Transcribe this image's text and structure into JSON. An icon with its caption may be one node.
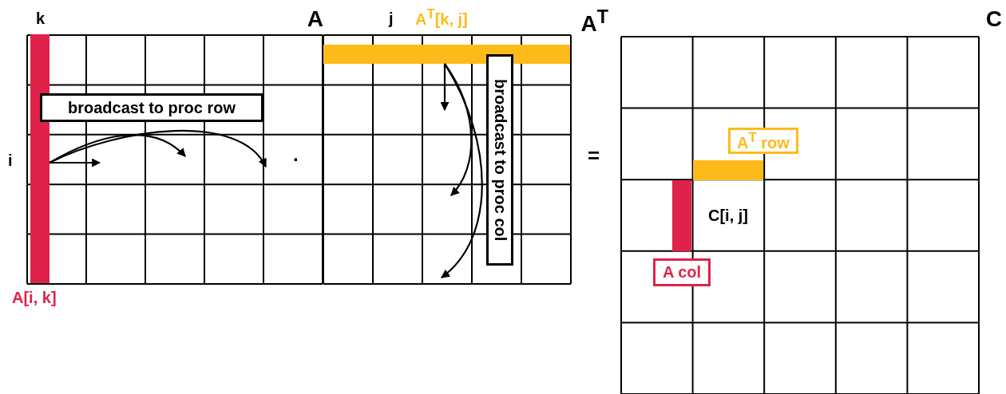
{
  "diagram": {
    "nodes": [
      {
        "text": [
          "A"
        ]
      },
      {
        "text": [],
        "shape": "bar",
        "in": 0,
        "beside": [
          "k",
          "A[i, k]"
        ]
      },
      {
        "text": [
          "broadcast to proc row"
        ],
        "in": 0
      },
      {
        "text": [
          "A$^{T}$"
        ]
      },
      {
        "text": [],
        "shape": "bar",
        "in": 3,
        "beside": [
          "A$^{T}$[k, j]"
        ]
      },
      {
        "text": [
          "broadcast to proc col"
        ],
        "in": 3
      },
      {
        "text": [
          "C"
        ]
      },
      {
        "text": [],
        "shape": "bar",
        "in": 6
      },
      {
        "text": [
          "A$^{T}$ row"
        ],
        "in": 6
      },
      {
        "text": [],
        "shape": "bar",
        "in": 6
      },
      {
        "text": [
          "A col"
        ],
        "in": 6
      },
      {
        "text": [
          "C[i, j]"
        ],
        "in": 6
      }
    ],
    "edges": [
      {
        "from": 1,
        "to": null,
        "arrow": "to"
      },
      {
        "from": 1,
        "to": null,
        "arrow": "to"
      },
      {
        "from": 1,
        "to": null,
        "arrow": "to"
      },
      {
        "from": 4,
        "to": null,
        "arrow": "to"
      },
      {
        "from": 4,
        "to": null,
        "arrow": "to"
      },
      {
        "from": 4,
        "to": null,
        "arrow": "to"
      }
    ],
    "labels": [
      "j",
      "i",
      "·",
      "="
    ]
  }
}
